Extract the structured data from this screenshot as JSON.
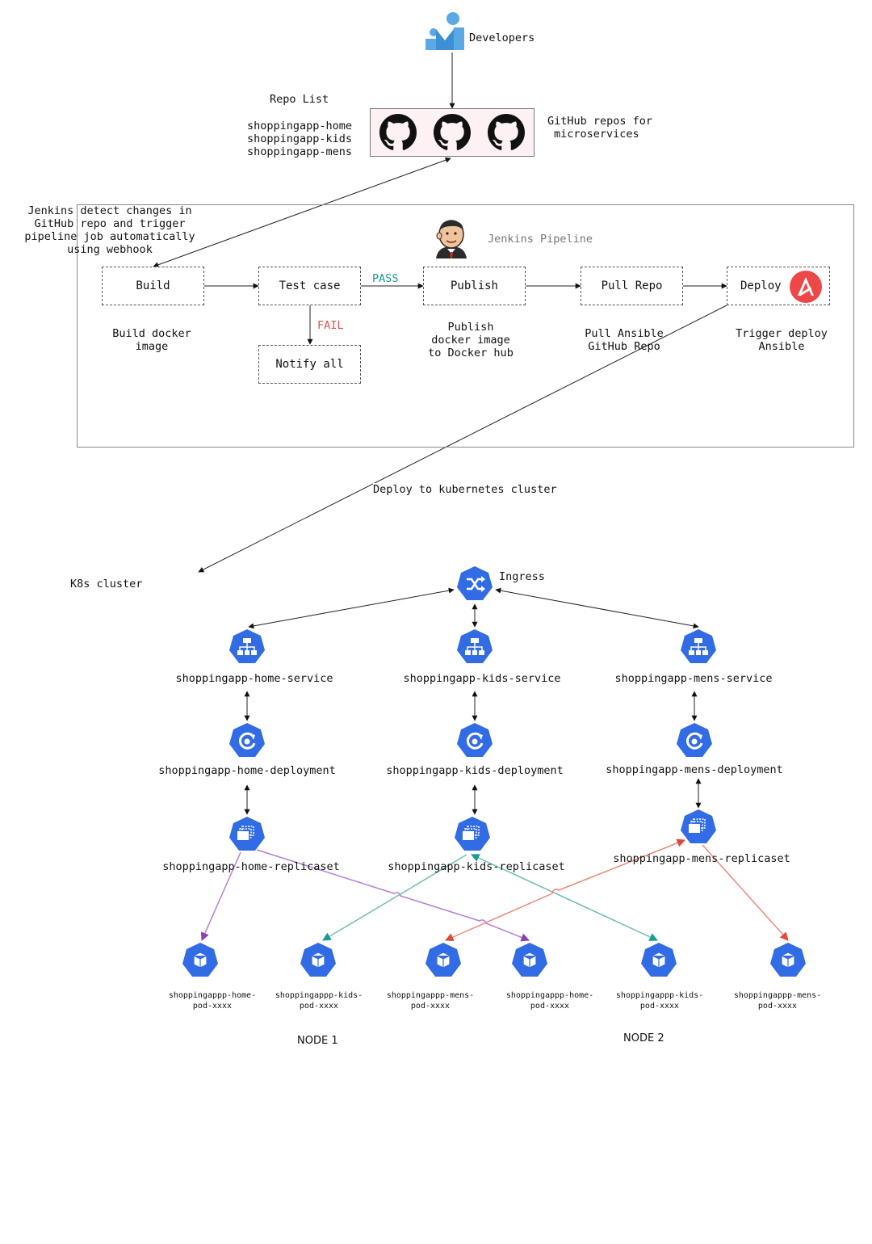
{
  "developers": "Developers",
  "repo_list": {
    "title": "Repo List",
    "items": [
      "shoppingapp-home",
      "shoppingapp-kids",
      "shoppingapp-mens"
    ]
  },
  "github_note": [
    "GitHub repos for",
    "microservices"
  ],
  "jenkins_note": [
    "Jenkins detect changes in",
    "GitHub repo and trigger",
    "pipeline job automatically",
    "using webhook"
  ],
  "pipeline_title": "Jenkins Pipeline",
  "stages": {
    "build": "Build",
    "test": "Test case",
    "publish": "Publish",
    "pull": "Pull Repo",
    "deploy": "Deploy",
    "notify": "Notify all"
  },
  "pass_label": "PASS",
  "fail_label": "FAIL",
  "stage_notes": {
    "build": [
      "Build docker",
      "image"
    ],
    "publish": [
      "Publish",
      "docker image",
      "to Docker hub"
    ],
    "pull": [
      "Pull Ansible",
      "GitHub Repo"
    ],
    "deploy": [
      "Trigger deploy",
      "Ansible"
    ]
  },
  "deploy_label": "Deploy to kubernetes cluster",
  "k8s_label": "K8s cluster",
  "ingress": "Ingress",
  "services": [
    "shoppingapp-home-service",
    "shoppingapp-kids-service",
    "shoppingapp-mens-service"
  ],
  "deployments": [
    "shoppingapp-home-deployment",
    "shoppingapp-kids-deployment",
    "shoppingapp-mens-deployment"
  ],
  "replicasets": [
    "shoppingapp-home-replicaset",
    "shoppingapp-kids-replicaset",
    "shoppingapp-mens-replicaset"
  ],
  "pods": [
    [
      "shoppingappp-home-",
      "pod-xxxx"
    ],
    [
      "shoppingappp-kids-",
      "pod-xxxx"
    ],
    [
      "shoppingappp-mens-",
      "pod-xxxx"
    ]
  ],
  "nodes": [
    "NODE 1",
    "NODE 2"
  ],
  "colors": {
    "k8s_blue": "#326ce5",
    "pass": "#1a9c8c",
    "fail": "#d9534f",
    "home_arrow": "#b77fd4",
    "kids_arrow": "#6fbfb3",
    "mens_arrow": "#ec8a7a",
    "ansible": "#ee4747",
    "cluster_bg": "#fdf1f3"
  }
}
